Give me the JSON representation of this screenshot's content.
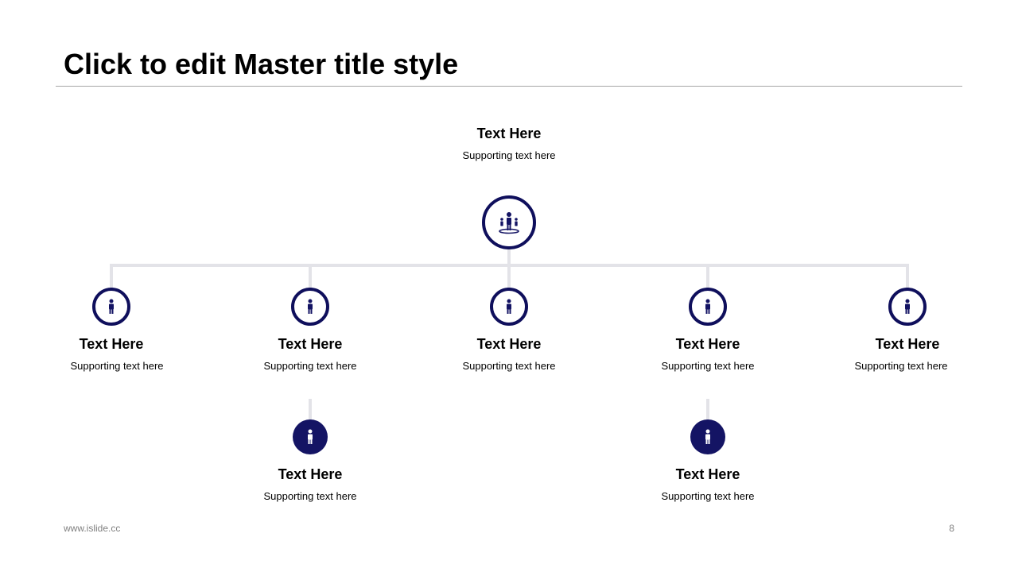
{
  "slide": {
    "title": "Click to edit Master title style",
    "footer_url": "www.islide.cc",
    "page_number": "8"
  },
  "colors": {
    "navy": "#141464",
    "connector": "#e3e3e8",
    "rule": "#a6a6a6"
  },
  "root": {
    "title": "Text Here",
    "subtitle": "Supporting  text here",
    "icon": "team-leader-icon"
  },
  "level1": [
    {
      "title": "Text Here",
      "subtitle": "Supporting  text here",
      "icon": "person-icon"
    },
    {
      "title": "Text Here",
      "subtitle": "Supporting  text here",
      "icon": "person-icon"
    },
    {
      "title": "Text Here",
      "subtitle": "Supporting  text here",
      "icon": "person-icon"
    },
    {
      "title": "Text Here",
      "subtitle": "Supporting  text here",
      "icon": "person-icon"
    },
    {
      "title": "Text Here",
      "subtitle": "Supporting  text here",
      "icon": "person-icon"
    }
  ],
  "level2": [
    {
      "title": "Text Here",
      "subtitle": "Supporting  text here",
      "icon": "person-icon"
    },
    {
      "title": "Text Here",
      "subtitle": "Supporting  text here",
      "icon": "person-icon"
    }
  ]
}
